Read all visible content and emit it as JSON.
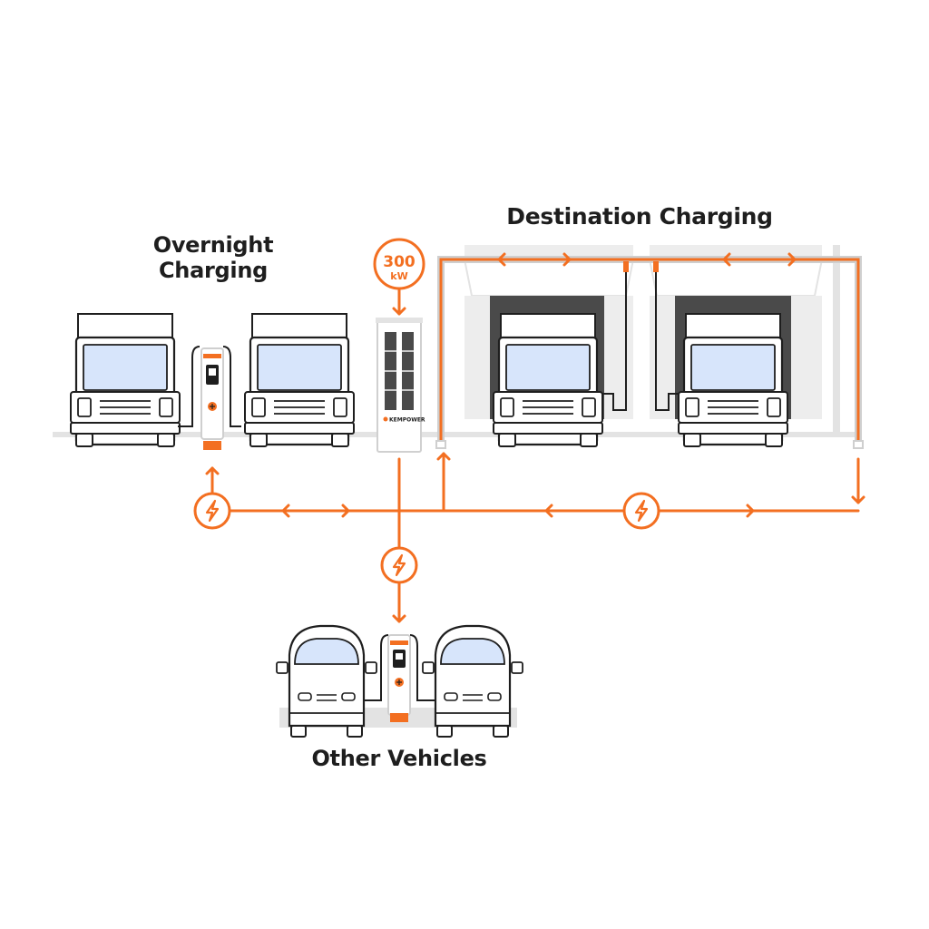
{
  "labels": {
    "overnight_line1": "Overnight",
    "overnight_line2": "Charging",
    "destination": "Destination Charging",
    "other": "Other Vehicles"
  },
  "power_unit": {
    "value": "300",
    "unit": "kW",
    "brand": "KEMPOWER"
  },
  "colors": {
    "accent": "#f36f21",
    "outline": "#1e1e1e",
    "windshield": "#d7e5fb",
    "ground": "#e3e3e3",
    "building": "#ededed",
    "door": "#4a4a4a"
  },
  "icons": [
    "lightning-icon",
    "arrow-icon",
    "truck-icon",
    "van-icon",
    "charger-icon",
    "power-cabinet-icon"
  ]
}
